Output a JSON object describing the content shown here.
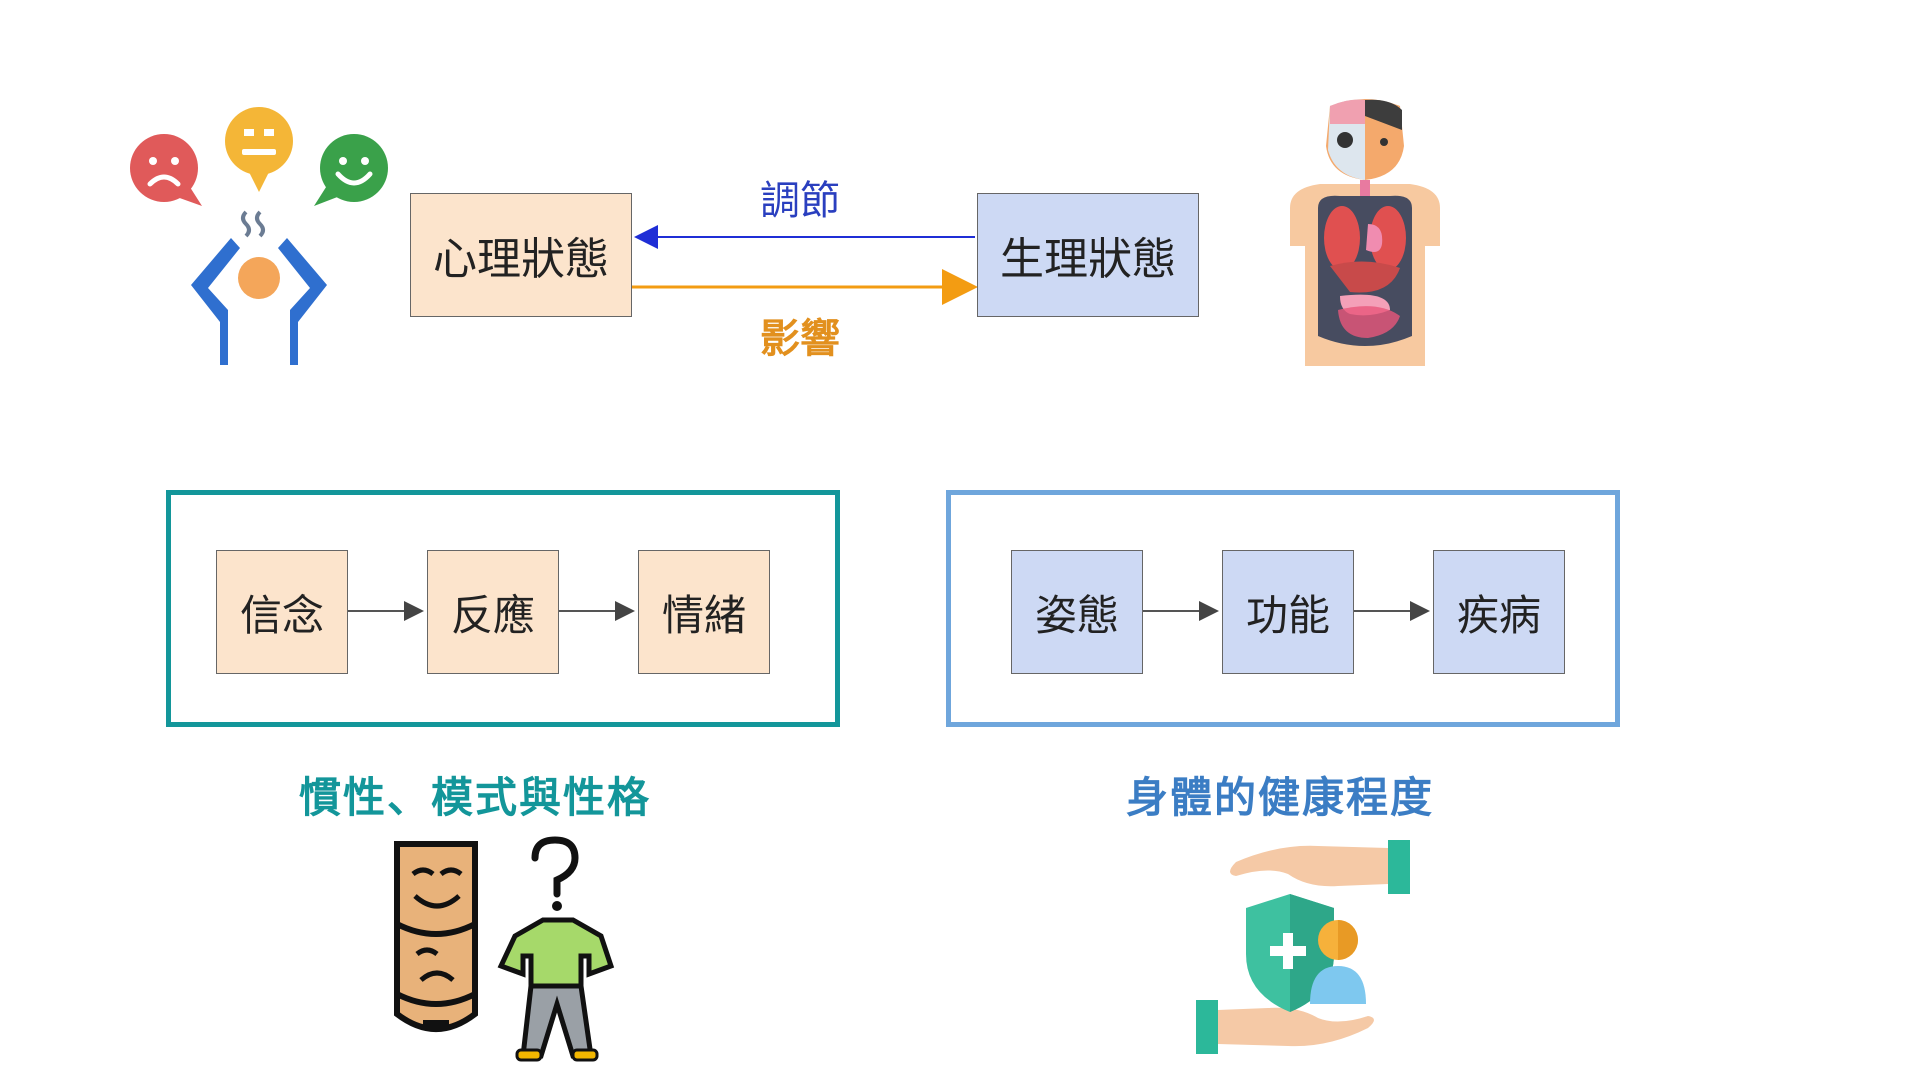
{
  "top": {
    "psych_state": "心理狀態",
    "phys_state": "生理狀態",
    "regulate_label": "調節",
    "influence_label": "影響",
    "regulate_color": "#2a3fbf",
    "influence_color": "#e2901e"
  },
  "left_group": {
    "steps": [
      "信念",
      "反應",
      "情緒"
    ],
    "caption": "慣性、模式與性格",
    "frame_color": "#13969a"
  },
  "right_group": {
    "steps": [
      "姿態",
      "功能",
      "疾病"
    ],
    "caption": "身體的健康程度",
    "frame_color": "#6fa6dc"
  },
  "icons": [
    "emotion-faces-person-icon",
    "human-anatomy-icon",
    "masks-confused-person-icon",
    "health-care-hands-icon"
  ]
}
